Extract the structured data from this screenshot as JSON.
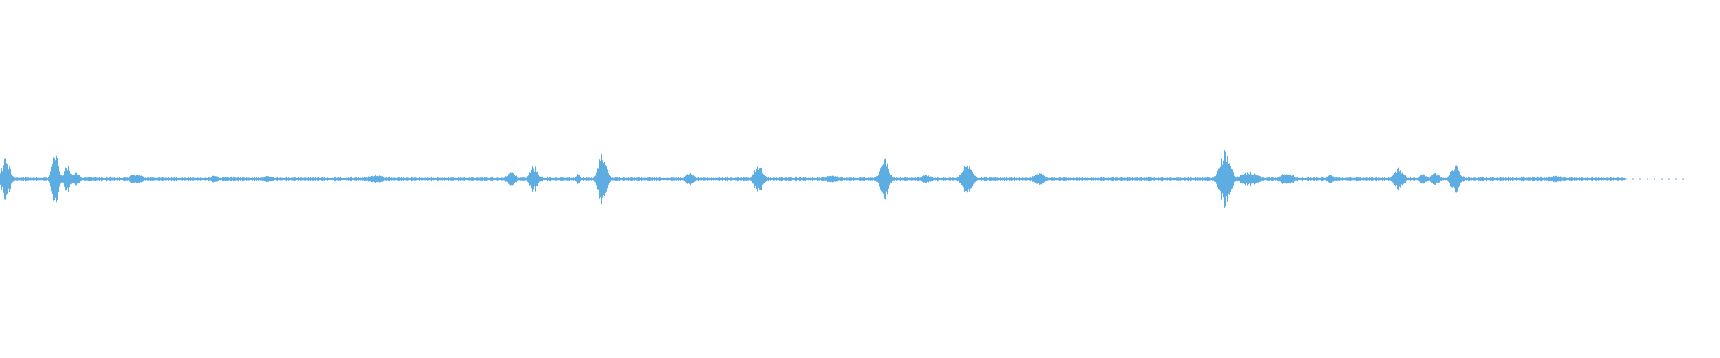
{
  "waveform": {
    "color": "#5DADE2",
    "background": "#FFFFFF",
    "duration_fraction_with_audio": 0.98,
    "events": [
      {
        "t": 0.003,
        "amp": 0.38,
        "spread": 0.004
      },
      {
        "t": 0.032,
        "amp": 0.55,
        "spread": 0.003
      },
      {
        "t": 0.039,
        "amp": 0.28,
        "spread": 0.003
      },
      {
        "t": 0.044,
        "amp": 0.14,
        "spread": 0.003
      },
      {
        "t": 0.079,
        "amp": 0.1,
        "spread": 0.006
      },
      {
        "t": 0.124,
        "amp": 0.06,
        "spread": 0.004
      },
      {
        "t": 0.155,
        "amp": 0.05,
        "spread": 0.006
      },
      {
        "t": 0.218,
        "amp": 0.07,
        "spread": 0.008
      },
      {
        "t": 0.297,
        "amp": 0.14,
        "spread": 0.004
      },
      {
        "t": 0.31,
        "amp": 0.25,
        "spread": 0.004
      },
      {
        "t": 0.336,
        "amp": 0.12,
        "spread": 0.002
      },
      {
        "t": 0.35,
        "amp": 0.52,
        "spread": 0.004
      },
      {
        "t": 0.401,
        "amp": 0.12,
        "spread": 0.004
      },
      {
        "t": 0.441,
        "amp": 0.3,
        "spread": 0.004
      },
      {
        "t": 0.483,
        "amp": 0.06,
        "spread": 0.008
      },
      {
        "t": 0.514,
        "amp": 0.4,
        "spread": 0.004
      },
      {
        "t": 0.538,
        "amp": 0.08,
        "spread": 0.005
      },
      {
        "t": 0.562,
        "amp": 0.28,
        "spread": 0.005
      },
      {
        "t": 0.604,
        "amp": 0.12,
        "spread": 0.005
      },
      {
        "t": 0.712,
        "amp": 0.55,
        "spread": 0.005
      },
      {
        "t": 0.726,
        "amp": 0.14,
        "spread": 0.008
      },
      {
        "t": 0.748,
        "amp": 0.13,
        "spread": 0.006
      },
      {
        "t": 0.773,
        "amp": 0.09,
        "spread": 0.003
      },
      {
        "t": 0.813,
        "amp": 0.24,
        "spread": 0.004
      },
      {
        "t": 0.827,
        "amp": 0.12,
        "spread": 0.003
      },
      {
        "t": 0.834,
        "amp": 0.12,
        "spread": 0.004
      },
      {
        "t": 0.846,
        "amp": 0.28,
        "spread": 0.004
      },
      {
        "t": 0.904,
        "amp": 0.06,
        "spread": 0.006
      }
    ],
    "baseline_amp": 0.03,
    "tail_dots_from": 0.945
  }
}
